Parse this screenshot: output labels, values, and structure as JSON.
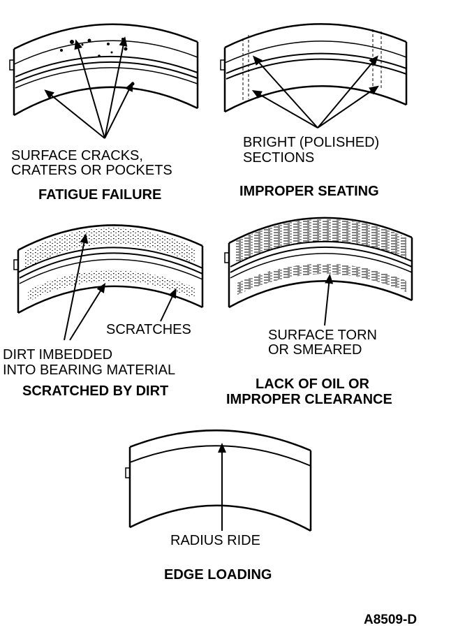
{
  "panels": {
    "fatigue": {
      "callout_line1": "SURFACE CRACKS,",
      "callout_line2": "CRATERS OR POCKETS",
      "caption": "FATIGUE FAILURE"
    },
    "seating": {
      "callout_line1": "BRIGHT (POLISHED)",
      "callout_line2": "SECTIONS",
      "caption": "IMPROPER SEATING"
    },
    "dirt": {
      "callout_a": "SCRATCHES",
      "callout_b_line1": "DIRT IMBEDDED",
      "callout_b_line2": "INTO BEARING MATERIAL",
      "caption": "SCRATCHED BY DIRT"
    },
    "oil": {
      "callout_line1": "SURFACE TORN",
      "callout_line2": "OR SMEARED",
      "caption_line1": "LACK OF OIL OR",
      "caption_line2": "IMPROPER CLEARANCE"
    },
    "edge": {
      "callout": "RADIUS RIDE",
      "caption": "EDGE LOADING"
    }
  },
  "figure_id": "A8509-D"
}
